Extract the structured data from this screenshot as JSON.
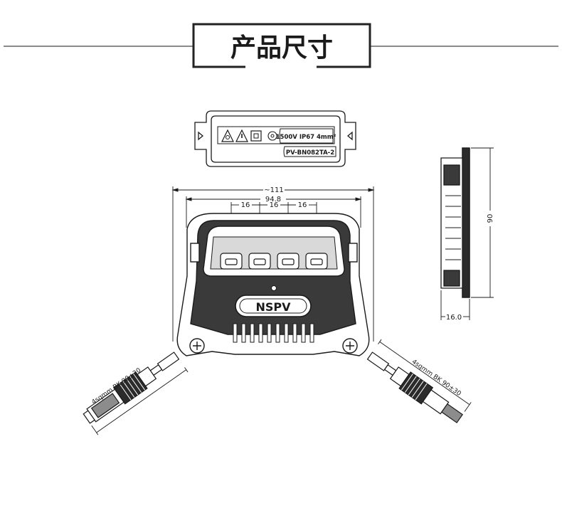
{
  "title": "产品尺寸",
  "top_view": {
    "rating": "1500V  IP67  4mm²",
    "model": "PV-BN082TA-2"
  },
  "front_view": {
    "width_overall": "~111",
    "width_inner": "94.8",
    "pitch_1": "16",
    "pitch_2": "16",
    "pitch_3": "16",
    "logo": "NSPV",
    "cable_left": "4sqmm  BK  90±30",
    "cable_right": "4sqmm  BK  90±30"
  },
  "side_view": {
    "height": "90",
    "depth": "16.0"
  },
  "colors": {
    "line": "#1a1a1a",
    "body_fill": "#ffffff",
    "dark_part": "#2b2b2b",
    "grey_part": "#8c8c8c"
  }
}
